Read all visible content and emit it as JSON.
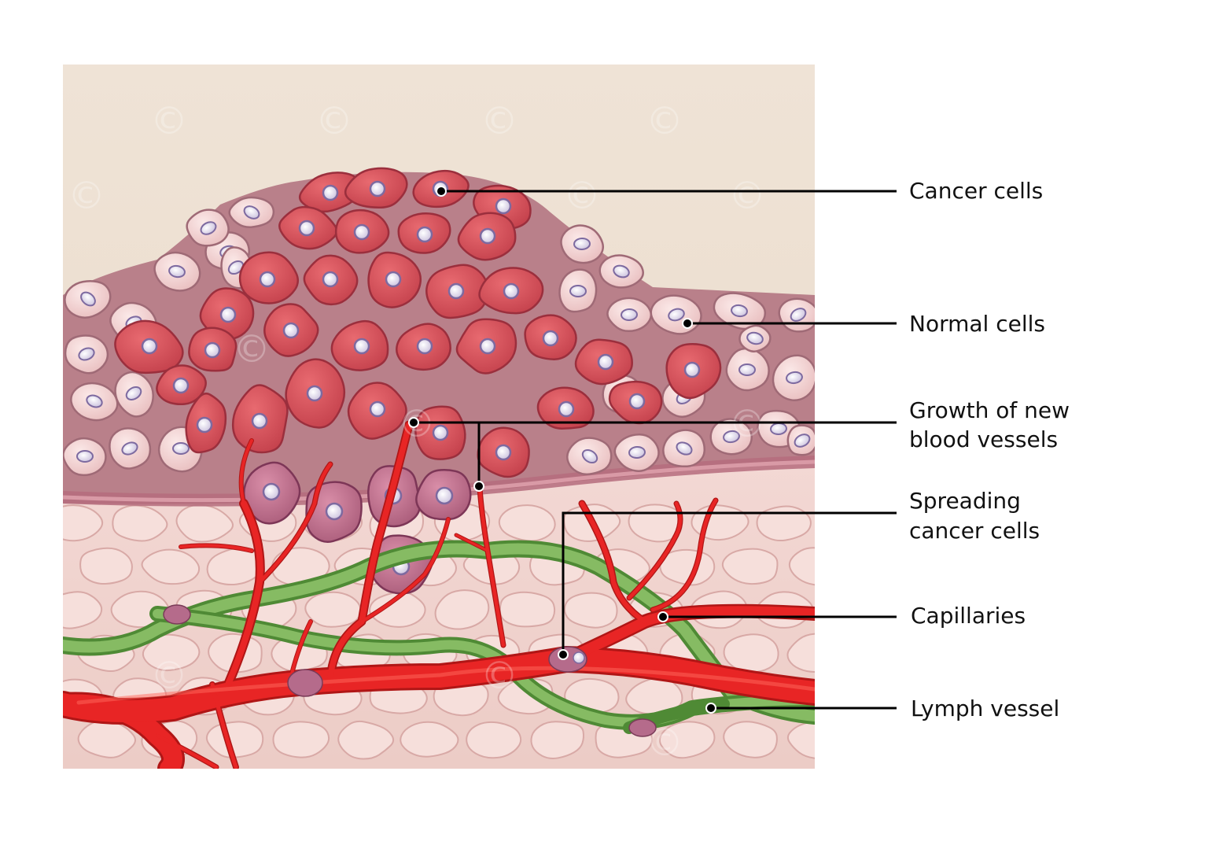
{
  "labels": {
    "cancer_cells": "Cancer cells",
    "normal_cells": "Normal cells",
    "growth_line1": "Growth of new",
    "growth_line2": "blood vessels",
    "spreading_line1": "Spreading",
    "spreading_line2": "cancer cells",
    "capillaries": "Capillaries",
    "lymph_vessel": "Lymph vessel"
  },
  "watermark_symbol": "©",
  "colors": {
    "background": "#ffffff",
    "upper_space": "#ede0d2",
    "cancer_cell": "#d9565e",
    "normal_cell": "#f2d3d2",
    "migrating_cell": "#c77c96",
    "nucleus": "#ece9f3",
    "nucleus_rim": "#7d6aa0",
    "connective_tissue": "#efd0cb",
    "membrane": "#b86b78",
    "blood_vessel": "#e52222",
    "lymph_vessel": "#7eb05c",
    "leader_line": "#000000"
  }
}
